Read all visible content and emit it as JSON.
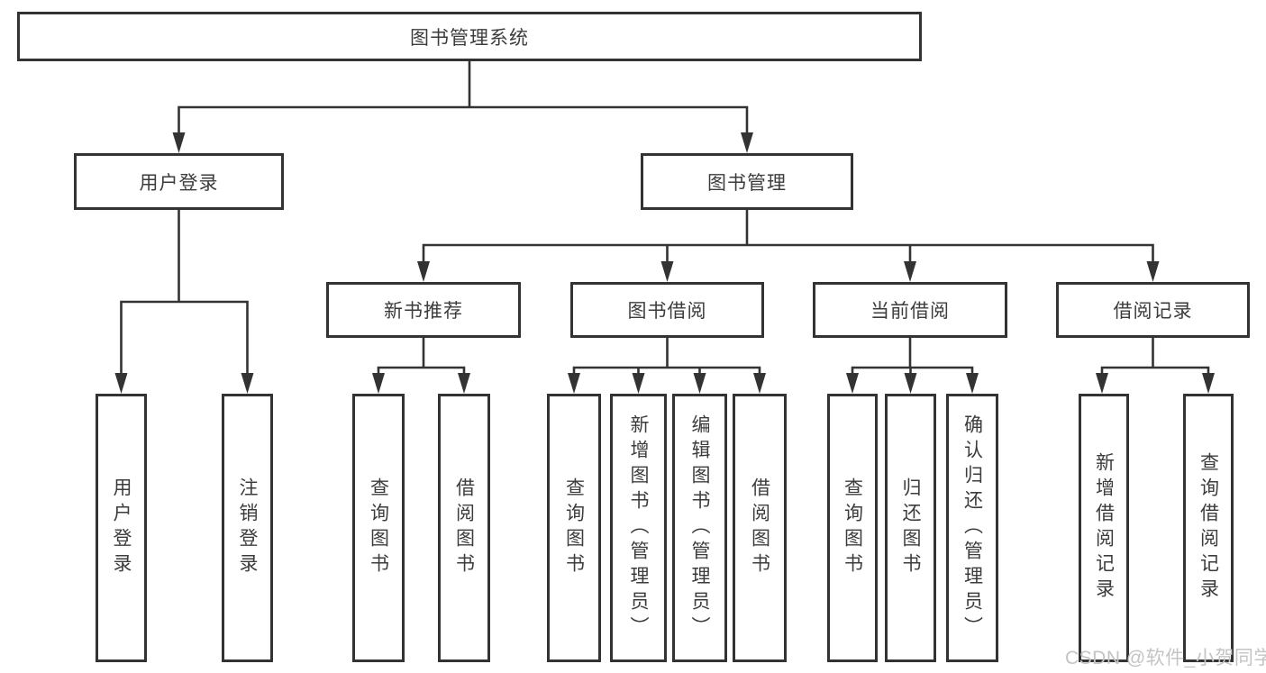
{
  "diagram": {
    "root": {
      "label": "图书管理系统"
    },
    "branches": [
      {
        "label": "用户登录",
        "children": [
          {
            "label": "用户登录"
          },
          {
            "label": "注销登录"
          }
        ]
      },
      {
        "label": "图书管理",
        "children": [
          {
            "label": "新书推荐",
            "children": [
              {
                "label": "查询图书"
              },
              {
                "label": "借阅图书"
              }
            ]
          },
          {
            "label": "图书借阅",
            "children": [
              {
                "label": "查询图书"
              },
              {
                "label": "新增图书（管理员）"
              },
              {
                "label": "编辑图书（管理员）"
              },
              {
                "label": "借阅图书"
              }
            ]
          },
          {
            "label": "当前借阅",
            "children": [
              {
                "label": "查询图书"
              },
              {
                "label": "归还图书"
              },
              {
                "label": "确认归还（管理员）"
              }
            ]
          },
          {
            "label": "借阅记录",
            "children": [
              {
                "label": "新增借阅记录"
              },
              {
                "label": "查询借阅记录"
              }
            ]
          }
        ]
      }
    ]
  },
  "watermark": {
    "text": "CSDN @软件_小贺同学"
  },
  "colors": {
    "line": "#333333",
    "border": "#333333",
    "text": "#3c3c3c",
    "watermark": "#c4c4c4",
    "background": "#ffffff"
  }
}
